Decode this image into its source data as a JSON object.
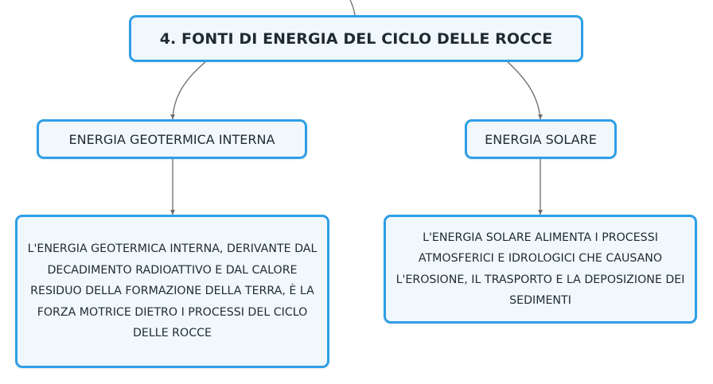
{
  "diagram": {
    "root": {
      "label": "4. FONTI DI ENERGIA DEL CICLO DELLE ROCCE"
    },
    "branches": [
      {
        "label": "ENERGIA GEOTERMICA INTERNA",
        "detail": "L'ENERGIA GEOTERMICA INTERNA, DERIVANTE DAL DECADIMENTO RADIOATTIVO E DAL CALORE RESIDUO DELLA FORMAZIONE DELLA TERRA, È LA FORZA MOTRICE DIETRO I PROCESSI DEL CICLO DELLE ROCCE"
      },
      {
        "label": "ENERGIA SOLARE",
        "detail": "L'ENERGIA SOLARE ALIMENTA I PROCESSI ATMOSFERICI E IDROLOGICI CHE CAUSANO L'EROSIONE, IL TRASPORTO E LA DEPOSIZIONE DEI SEDIMENTI"
      }
    ]
  },
  "colors": {
    "node_border": "#2e9fe6",
    "node_fill": "#f1f8fd",
    "connector": "#6b6b6b"
  }
}
